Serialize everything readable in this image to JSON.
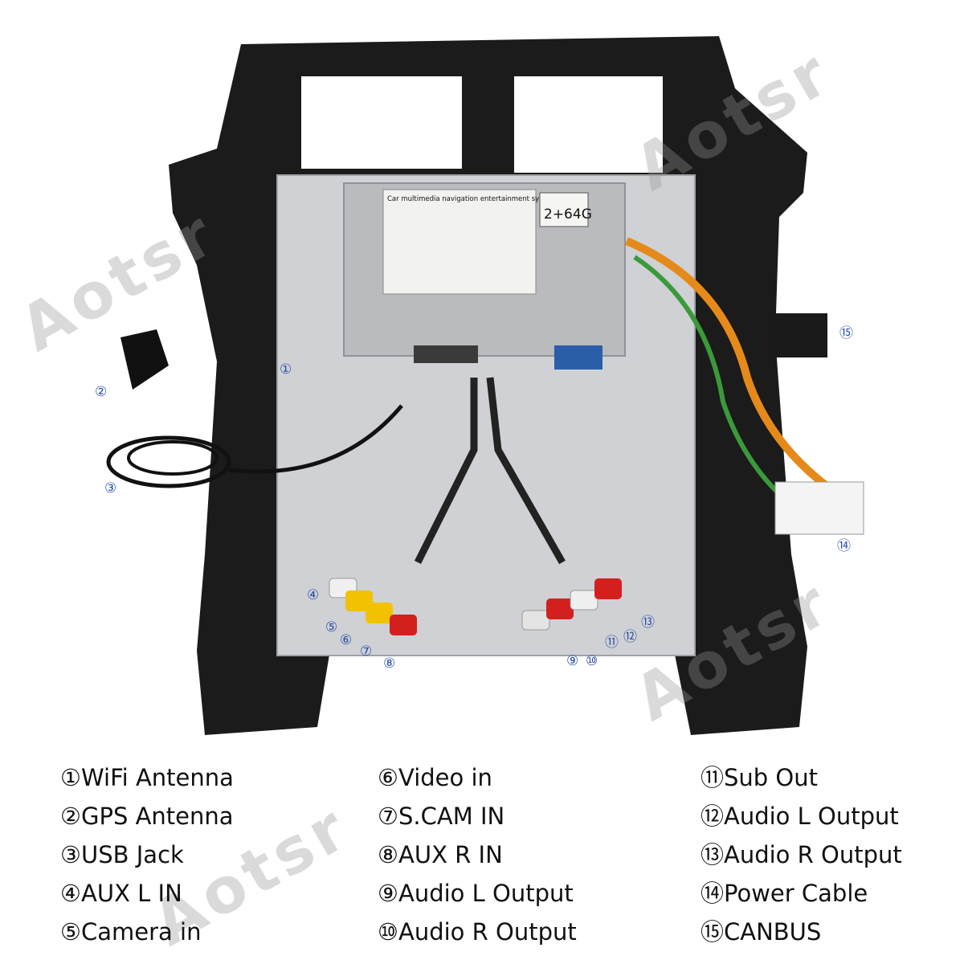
{
  "watermark": "Aotsr",
  "box": {
    "title": "Car multimedia navigation entertainment system",
    "memory": "2+64G"
  },
  "callouts": [
    "①",
    "②",
    "③",
    "④",
    "⑤",
    "⑥",
    "⑦",
    "⑧",
    "⑨",
    "⑩",
    "⑪",
    "⑫",
    "⑬",
    "⑭",
    "⑮"
  ],
  "legend": {
    "col1": [
      "①WiFi Antenna",
      "②GPS Antenna",
      "③USB Jack",
      "④AUX L IN",
      "⑤Camera in"
    ],
    "col2": [
      "⑥Video in",
      "⑦S.CAM IN",
      "⑧AUX R IN",
      "⑨Audio L Output",
      "⑩Audio R Output"
    ],
    "col3": [
      "⑪Sub Out",
      "⑫Audio L Output",
      "⑬Audio R Output",
      "⑭Power Cable",
      "⑮CANBUS"
    ]
  }
}
